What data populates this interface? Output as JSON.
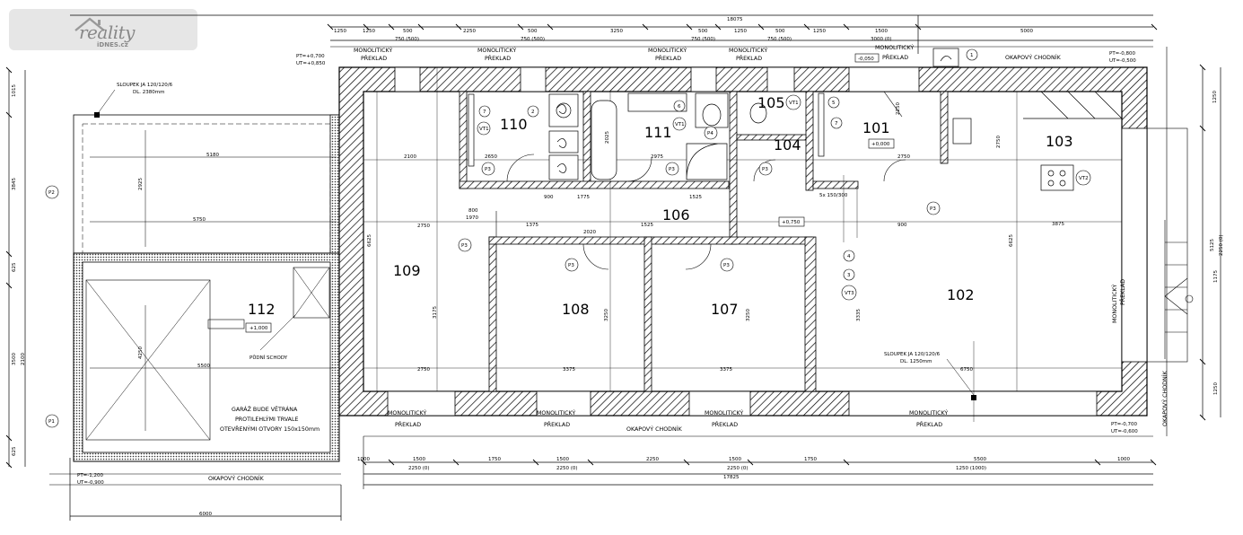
{
  "logo": {
    "main": "reality",
    "sub": "iDNES.cz"
  },
  "rooms": {
    "r101": "101",
    "r102": "102",
    "r103": "103",
    "r104": "104",
    "r105": "105",
    "r106": "106",
    "r107": "107",
    "r108": "108",
    "r109": "109",
    "r110": "110",
    "r111": "111",
    "r112": "112"
  },
  "labels": {
    "monolit": "MONOLITICKÝ",
    "preklad": "PŘEKLAD",
    "okapovy": "OKAPOVÝ CHODNÍK",
    "sloupek1": "SLOUPEK JA 120/120/6",
    "sloupek1_dl": "DL. 2380mm",
    "sloupek2": "SLOUPEK JA 120/120/6",
    "sloupek2_dl": "DL. 1250mm",
    "pudni": "PŮDNÍ SCHODY",
    "garaz1": "GARÁŽ BUDE VĚTRÁNA",
    "garaz2": "PROTILEHLÝMI TRVALE",
    "garaz3": "OTEVŘENÝMI OTVORY 150x150mm",
    "pt_tl": "PT=+0,700",
    "ut_tl": "UT=+0,850",
    "pt_tr": "PT=-0,800",
    "ut_tr": "UT=-0,500",
    "pt_br": "PT=-0,700",
    "ut_br": "UT=-0,600",
    "pt_bl": "PT=-1,200",
    "ut_bl": "UT=-0,900",
    "lvl_101": "+0,000",
    "lvl_106": "+0,750",
    "lvl_112": "+1,000",
    "lvl_top": "-0,050",
    "schody": "5x 150/300"
  },
  "dims": {
    "top_total": "18075",
    "top_1": "1250",
    "top_2": "1250",
    "top_3": "500",
    "top_4": "2250",
    "top_5": "500",
    "top_6": "3250",
    "top_7": "500",
    "top_8": "1250",
    "top_9": "500",
    "top_10": "1250",
    "top_11": "1500",
    "top_12": "5000",
    "top_w1": "750 (500)",
    "top_w2": "750 (500)",
    "top_w3": "750 (500)",
    "top_w4": "750 (500)",
    "top_w5": "3000 (0)",
    "bot_total": "17825",
    "bot_1": "1000",
    "bot_2": "1500",
    "bot_3": "1750",
    "bot_4": "1500",
    "bot_5": "2250",
    "bot_6": "1500",
    "bot_7": "1750",
    "bot_8": "5500",
    "bot_9": "1000",
    "bot_w1": "2250 (0)",
    "bot_w2": "2250 (0)",
    "bot_w3": "2250 (0)",
    "bot_w4": "1250 (1000)",
    "garage_w": "6000",
    "g_5180": "5180",
    "g_5750": "5750",
    "g_5500": "5500",
    "g_2925": "2925",
    "g_4250": "4250",
    "left_1015": "1015",
    "left_3845": "3845",
    "left_625a": "625",
    "left_3500": "3500",
    "left_2100": "2100",
    "left_625b": "625",
    "r_1250a": "1250",
    "r_5125": "5125",
    "r_2250": "2250 (0)",
    "r_1175": "1175",
    "r_1250b": "1250",
    "i_2100": "2100",
    "i_2750a": "2750",
    "i_2750b": "2750",
    "i_2750c": "2750",
    "i_6625a": "6625",
    "i_6625b": "6625",
    "i_3175": "3175",
    "i_3375a": "3375",
    "i_3375b": "3375",
    "i_3250a": "3250",
    "i_3250b": "3250",
    "i_3335": "3335",
    "i_6750": "6750",
    "i_3875": "3875",
    "i_2650": "2650",
    "i_2975": "2975",
    "i_1775": "1775",
    "i_1525a": "1525",
    "i_1525b": "1525",
    "i_1375": "1375",
    "i_900a": "900",
    "i_900b": "900",
    "i_2020": "2020",
    "i_1970": "1970",
    "i_800": "800",
    "i_2250": "2250",
    "i_2025": "2025",
    "i_2750d": "2750"
  },
  "markers": {
    "P1": "P1",
    "P2": "P2",
    "P3": "P3",
    "P4": "P4",
    "VT1": "VT1",
    "VT2": "VT2",
    "VT3": "VT3",
    "n1": "1",
    "n2": "2",
    "n3": "3",
    "n4": "4",
    "n5": "5",
    "n6": "6",
    "n7": "7"
  }
}
